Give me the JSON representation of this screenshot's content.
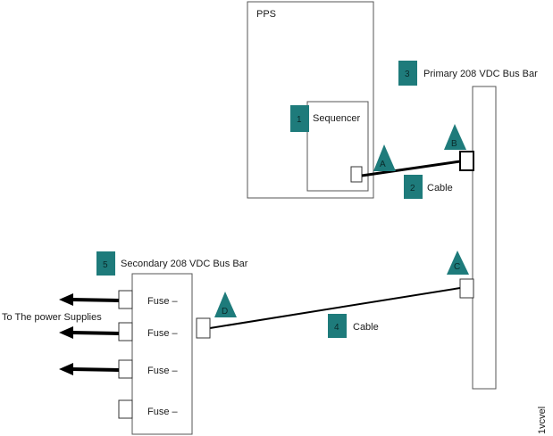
{
  "colors": {
    "badge": "#1e7b7b",
    "line": "#000000",
    "box_border": "#555555"
  },
  "pps": {
    "label": "PPS"
  },
  "sequencer": {
    "badge": "1",
    "label": "Sequencer"
  },
  "cable_2": {
    "badge": "2",
    "label": "Cable"
  },
  "primary_bus_bar": {
    "badge": "3",
    "label": "Primary 208 VDC Bus Bar"
  },
  "cable_4": {
    "badge": "4",
    "label": "Cable"
  },
  "secondary_bus_bar": {
    "badge": "5",
    "label": "Secondary 208 VDC Bus Bar"
  },
  "markers": {
    "a": "A",
    "b": "B",
    "c": "C",
    "d": "D"
  },
  "fuses": [
    "Fuse –",
    "Fuse –",
    "Fuse –",
    "Fuse –"
  ],
  "outputs_label": "To The power Supplies",
  "figure_id": "1vcvel"
}
